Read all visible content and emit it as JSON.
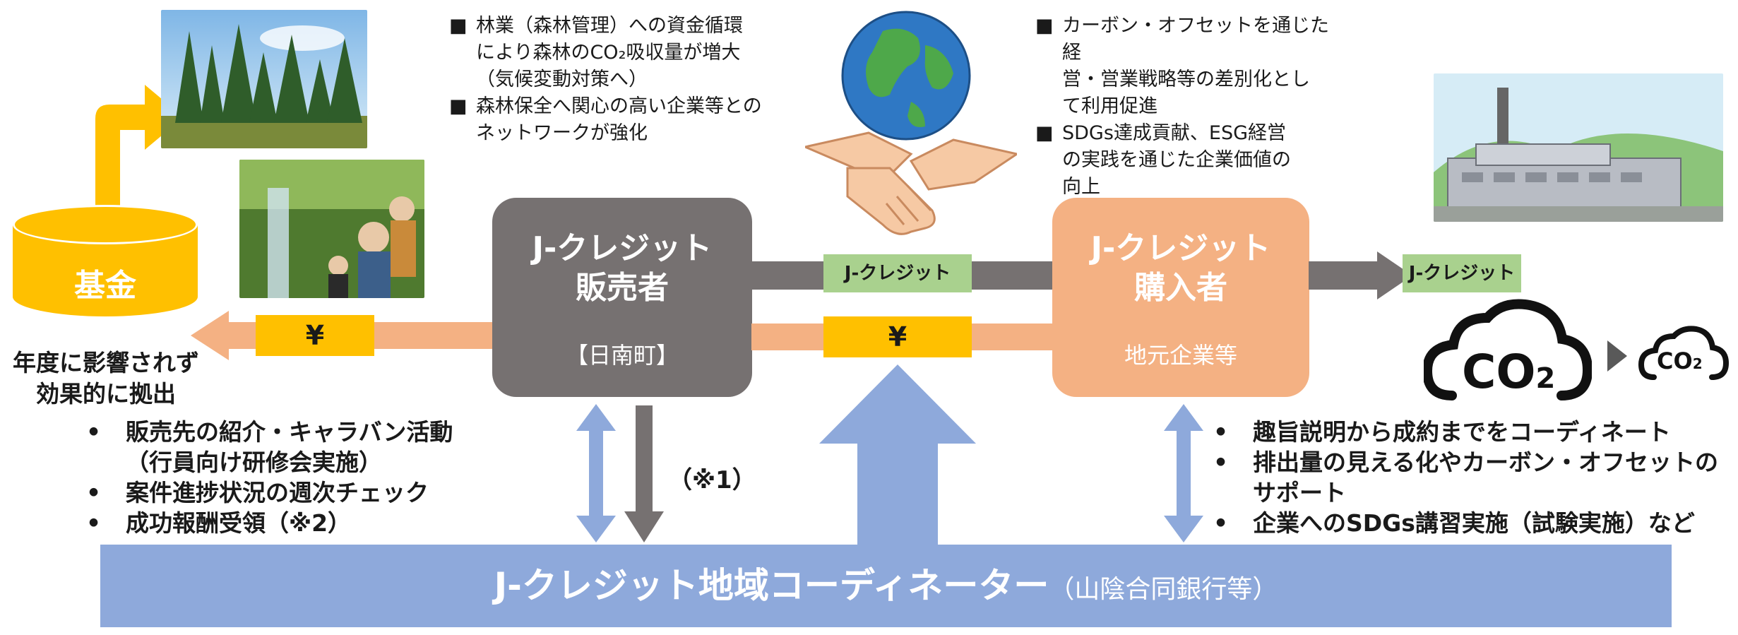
{
  "fund": {
    "label": "基金",
    "caption_line1": "年度に影響されず",
    "caption_line2": "効果的に拠出"
  },
  "seller": {
    "title_line1": "J-クレジット",
    "title_line2": "販売者",
    "subtitle": "【日南町】"
  },
  "buyer": {
    "title_line1": "J-クレジット",
    "title_line2": "購入者",
    "subtitle": "地元企業等"
  },
  "flows": {
    "credit_tag_middle": "J-クレジット",
    "credit_tag_right": "J-クレジット",
    "yen_tag_left": "¥",
    "yen_tag_middle": "¥"
  },
  "forest_benefits": {
    "bullet_mark": "■",
    "items": [
      [
        "林業（森林管理）への資金循環",
        "により森林のCO₂吸収量が増大",
        "（気候変動対策へ）"
      ],
      [
        "森林保全へ関心の高い企業等との",
        "ネットワークが強化"
      ]
    ]
  },
  "buyer_benefits": {
    "bullet_mark": "■",
    "items": [
      [
        "カーボン・オフセットを通じた経",
        "営・営業戦略等の差別化とし",
        "て利用促進"
      ],
      [
        "SDGs達成貢献、ESG経営",
        "の実践を通じた企業価値の",
        "向上"
      ]
    ]
  },
  "coordinator_to_seller": {
    "bullet": "•",
    "items": [
      [
        "販売先の紹介・キャラバン活動",
        "（行員向け研修会実施）"
      ],
      [
        "案件進捗状況の週次チェック"
      ],
      [
        "成功報酬受領（※2）"
      ]
    ]
  },
  "note_1": "（※1）",
  "coordinator_to_buyer": {
    "bullet": "•",
    "items": [
      [
        "趣旨説明から成約までをコーディネート"
      ],
      [
        "排出量の見える化やカーボン・オフセットの",
        "サポート"
      ],
      [
        "企業へのSDGs講習実施（試験実施）など"
      ]
    ]
  },
  "co2": {
    "big_label": "CO",
    "big_sub": "2",
    "small_label": "CO",
    "small_sub": "2"
  },
  "coordinator": {
    "title": "J-クレジット地域コーディネーター",
    "subtitle": "（山陰合同銀行等）"
  },
  "colors": {
    "seller_grey": "#767171",
    "buyer_peach": "#F4B183",
    "yen_gold": "#FFC000",
    "credit_green": "#A9D18E",
    "coordinator_blue": "#8EA9DB"
  }
}
